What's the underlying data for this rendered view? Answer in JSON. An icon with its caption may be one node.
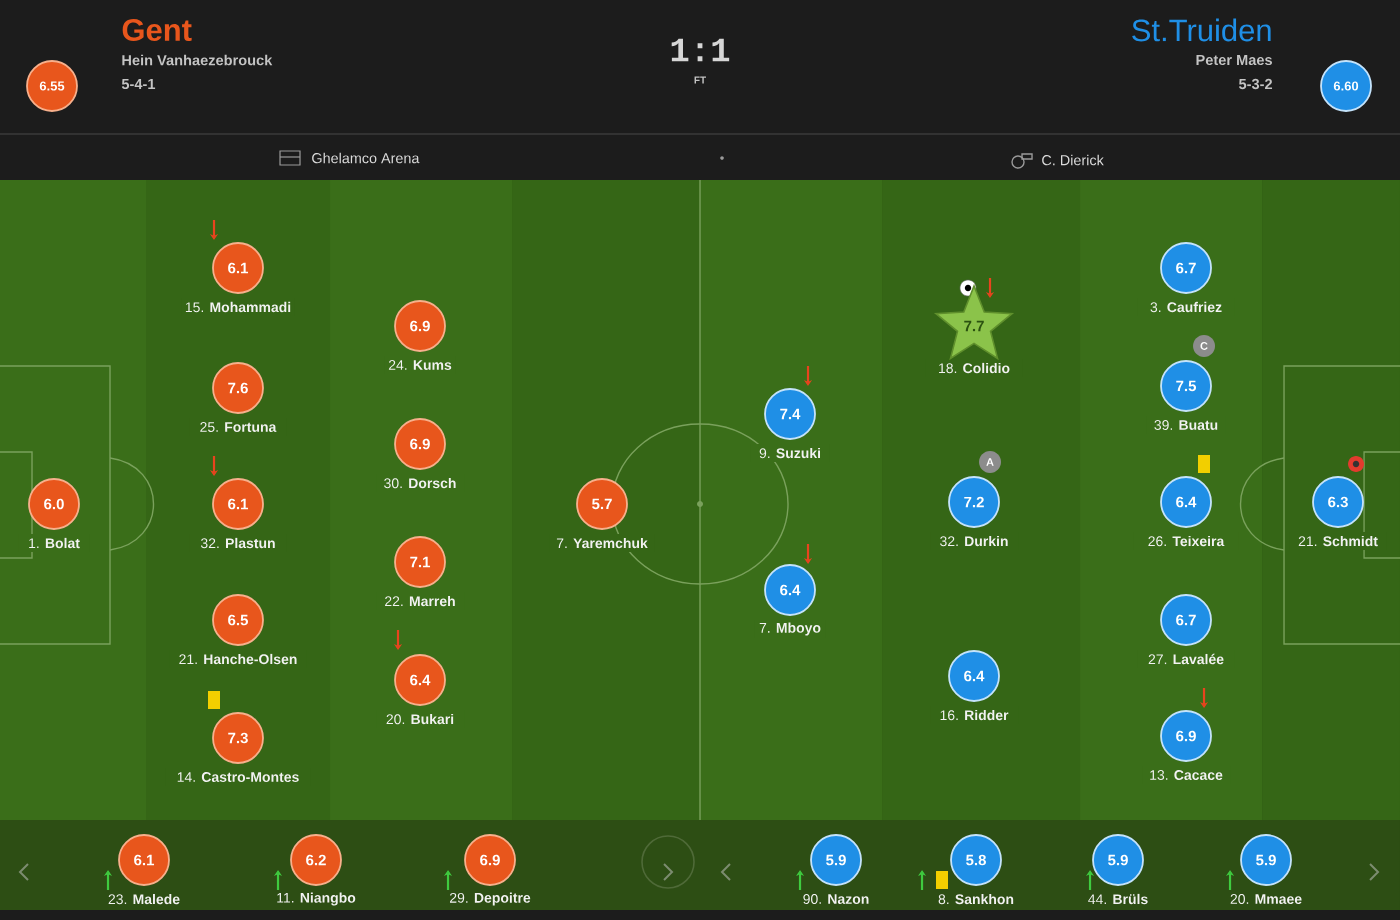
{
  "diagram": {
    "nodes": [
      {
        "text": [
          "6.55"
        ]
      },
      {
        "text": [
          "6.60"
        ]
      },
      {
        "text": [
          "6.0"
        ],
        "beside": [
          "1. **Bolat**"
        ]
      },
      {
        "text": [
          "6.1"
        ],
        "beside": [
          "15. **Mohammadi**"
        ]
      },
      {
        "text": [
          "7.6"
        ],
        "beside": [
          "25. **Fortuna**"
        ]
      },
      {
        "text": [
          "6.1"
        ],
        "beside": [
          "32. **Plastun**"
        ]
      },
      {
        "text": [
          "6.5"
        ],
        "beside": [
          "21. **Hanche-Olsen**"
        ]
      },
      {
        "text": [
          "7.3"
        ],
        "beside": [
          "14. **Castro-Montes**"
        ]
      },
      {
        "text": [
          "6.9"
        ],
        "beside": [
          "24. **Kums**"
        ]
      },
      {
        "text": [
          "6.9"
        ],
        "beside": [
          "30. **Dorsch**"
        ]
      },
      {
        "text": [
          "7.1"
        ],
        "beside": [
          "22. **Marreh**"
        ]
      },
      {
        "text": [
          "6.4"
        ],
        "beside": [
          "20. **Bukari**"
        ]
      },
      {
        "text": [
          "5.7"
        ],
        "beside": [
          "7. **Yaremchuk**"
        ]
      },
      {
        "text": [
          "7.4"
        ],
        "beside": [
          "9. **Suzuki**"
        ]
      },
      {
        "text": [
          "6.4"
        ],
        "beside": [
          "7. **Mboyo**"
        ]
      },
      {
        "text": [
          "7.7"
        ],
        "beside": [
          "18. **Colidio**"
        ]
      },
      {
        "text": [
          "7.2"
        ],
        "beside": [
          "32. **Durkin**"
        ]
      },
      {
        "text": [
          "6.4"
        ],
        "beside": [
          "16. **Ridder**"
        ]
      },
      {
        "text": [
          "6.7"
        ],
        "beside": [
          "3. **Caufriez**"
        ]
      },
      {
        "text": [
          "7.5"
        ],
        "beside": [
          "39. **Buatu**"
        ]
      },
      {
        "text": [
          "6.4"
        ],
        "beside": [
          "26. **Teixeira**"
        ]
      },
      {
        "text": [
          "6.7"
        ],
        "beside": [
          "27. **Lavalée**"
        ]
      },
      {
        "text": [
          "6.9"
        ],
        "beside": [
          "13. **Cacace**"
        ]
      },
      {
        "text": [
          "6.3"
        ],
        "beside": [
          "21. **Schmidt**"
        ]
      },
      {
        "text": [
          "6.1"
        ],
        "beside": [
          "23. **Malede**"
        ]
      },
      {
        "text": [
          "6.2"
        ],
        "beside": [
          "11. **Niangbo**"
        ]
      },
      {
        "text": [
          "6.9"
        ],
        "beside": [
          "29. **Depoitre**"
        ]
      },
      {
        "text": [
          "5.9"
        ],
        "beside": [
          "90. **Nazon**"
        ]
      },
      {
        "text": [
          "5.8"
        ],
        "beside": [
          "8. **Sankhon**"
        ]
      },
      {
        "text": [
          "5.9"
        ],
        "beside": [
          "44. **Brüls**"
        ]
      },
      {
        "text": [
          "5.9"
        ],
        "beside": [
          "20. **Mmaee**"
        ]
      }
    ],
    "labels": [
      "Gent",
      "Hein Vanhaezebrouck",
      "5-4-1",
      "1:1",
      "FT",
      "St.Truiden",
      "Peter Maes",
      "5-3-2",
      "Ghelamco Arena",
      "C. Dierick",
      "C",
      "A"
    ]
  }
}
